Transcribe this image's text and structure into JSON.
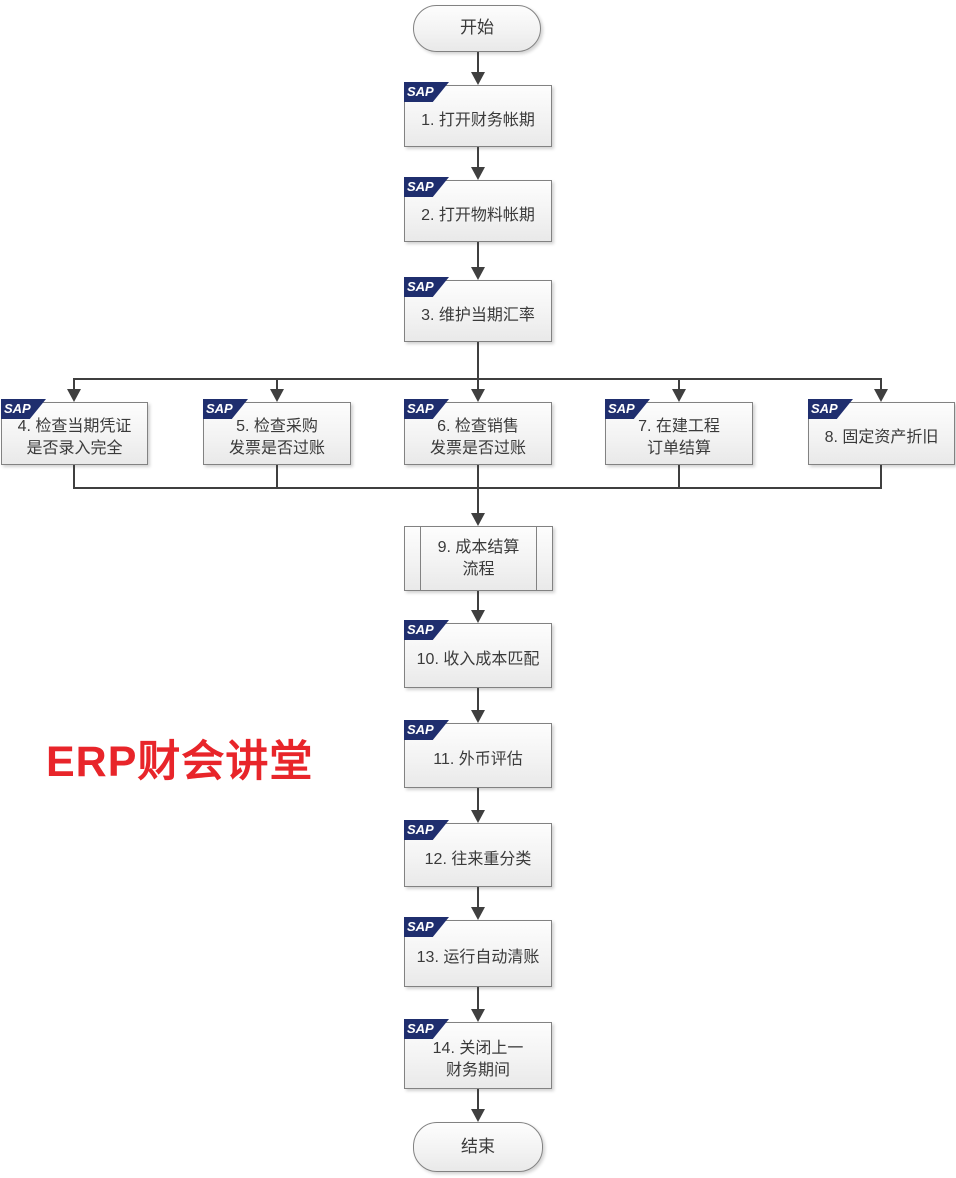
{
  "watermark": {
    "text": "ERP财会讲堂",
    "color": "#e8252a"
  },
  "flow": {
    "start_label": "开始",
    "end_label": "结束",
    "sap_logo_text": "SAP",
    "nodes": [
      {
        "id": 1,
        "type": "process",
        "sap": true,
        "label": "1. 打开财务帐期"
      },
      {
        "id": 2,
        "type": "process",
        "sap": true,
        "label": "2. 打开物料帐期"
      },
      {
        "id": 3,
        "type": "process",
        "sap": true,
        "label": "3. 维护当期汇率"
      },
      {
        "id": 4,
        "type": "process",
        "sap": true,
        "label": "4. 检查当期凭证\n是否录入完全"
      },
      {
        "id": 5,
        "type": "process",
        "sap": true,
        "label": "5. 检查采购\n发票是否过账"
      },
      {
        "id": 6,
        "type": "process",
        "sap": true,
        "label": "6. 检查销售\n发票是否过账"
      },
      {
        "id": 7,
        "type": "process",
        "sap": true,
        "label": "7. 在建工程\n订单结算"
      },
      {
        "id": 8,
        "type": "process",
        "sap": true,
        "label": "8. 固定资产折旧"
      },
      {
        "id": 9,
        "type": "subprocess",
        "sap": false,
        "label": "9. 成本结算\n流程"
      },
      {
        "id": 10,
        "type": "process",
        "sap": true,
        "label": "10. 收入成本匹配"
      },
      {
        "id": 11,
        "type": "process",
        "sap": true,
        "label": "11. 外币评估"
      },
      {
        "id": 12,
        "type": "process",
        "sap": true,
        "label": "12. 往来重分类"
      },
      {
        "id": 13,
        "type": "process",
        "sap": true,
        "label": "13. 运行自动清账"
      },
      {
        "id": 14,
        "type": "process",
        "sap": true,
        "label": "14. 关闭上一\n财务期间"
      }
    ],
    "colors": {
      "box_border": "#828282",
      "connector": "#3f3f3f",
      "sap_logo_bg": "#1f2e6e",
      "watermark_red": "#e8252a"
    }
  }
}
